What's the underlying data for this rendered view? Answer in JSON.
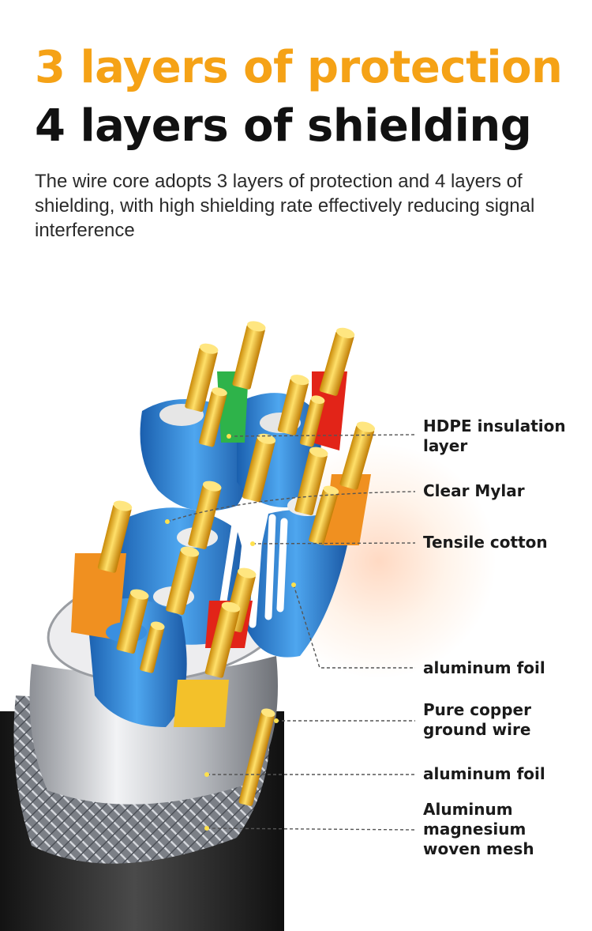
{
  "header": {
    "title_line1": "3 layers of protection",
    "title_line2": "4 layers of shielding",
    "title_line1_color": "#f5a216",
    "title_line2_color": "#111111",
    "description": "The wire core adopts 3 layers of protection and 4 layers of shielding, with high shielding rate effectively reducing signal interference"
  },
  "diagram": {
    "labels": [
      "HDPE insulation\nlayer",
      "Clear Mylar",
      "Tensile cotton",
      "aluminum foil",
      "Pure copper\nground wire",
      "aluminum foil",
      "Aluminum\nmagnesium\nwoven mesh"
    ],
    "colors": {
      "copper": "#f2b21e",
      "blue_shield": "#2d86d6",
      "green": "#2eb34a",
      "red": "#e22418",
      "orange": "#f09020",
      "foil": "#c8cbd0"
    }
  }
}
